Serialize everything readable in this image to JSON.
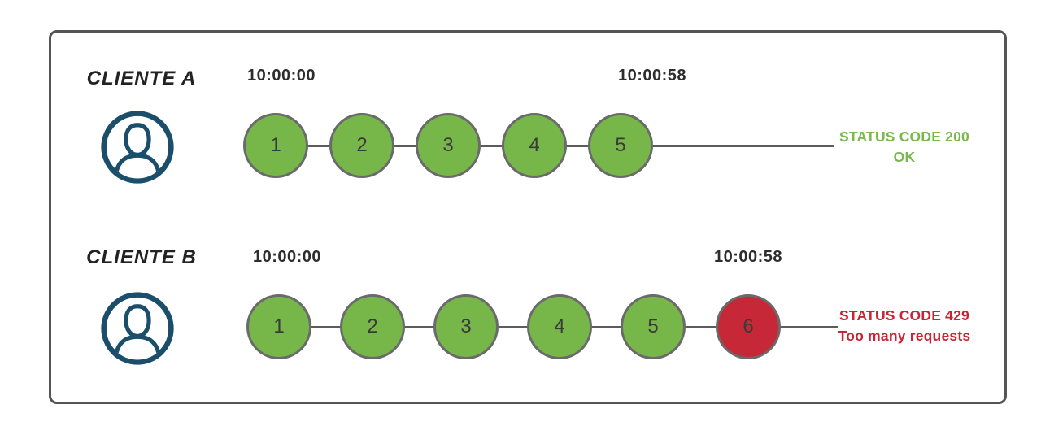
{
  "diagram": {
    "title_meaning": "rate limiting example with two clients",
    "colors": {
      "request_success": "#77b74a",
      "request_blocked": "#c62837",
      "circle_border": "#6a6a6a",
      "timeline_line": "#5c5c5c",
      "panel_border": "#555555",
      "status_success_text": "#7ab84e",
      "status_blocked_text": "#c92433",
      "avatar_stroke": "#1b4e6b",
      "dark_text": "#2d2d2d"
    },
    "icons": {
      "client_avatar": "user-circle-icon"
    },
    "rows": [
      {
        "client": "CLIENTE A",
        "start_time": "10:00:00",
        "end_time": "10:00:58",
        "requests": [
          {
            "label": "1",
            "state": "success"
          },
          {
            "label": "2",
            "state": "success"
          },
          {
            "label": "3",
            "state": "success"
          },
          {
            "label": "4",
            "state": "success"
          },
          {
            "label": "5",
            "state": "success"
          }
        ],
        "status": {
          "line1": "STATUS CODE 200",
          "line2": "OK",
          "state": "success"
        }
      },
      {
        "client": "CLIENTE B",
        "start_time": "10:00:00",
        "end_time": "10:00:58",
        "requests": [
          {
            "label": "1",
            "state": "success"
          },
          {
            "label": "2",
            "state": "success"
          },
          {
            "label": "3",
            "state": "success"
          },
          {
            "label": "4",
            "state": "success"
          },
          {
            "label": "5",
            "state": "success"
          },
          {
            "label": "6",
            "state": "blocked"
          }
        ],
        "status": {
          "line1": "STATUS CODE 429",
          "line2": "Too many requests",
          "state": "blocked"
        }
      }
    ]
  }
}
